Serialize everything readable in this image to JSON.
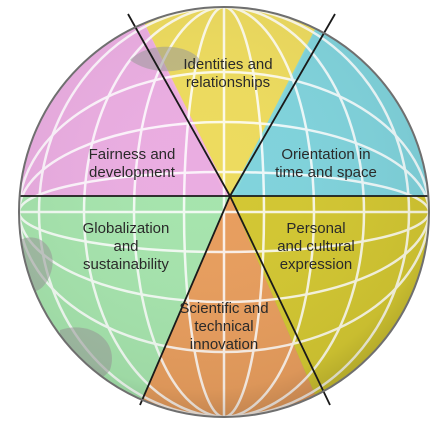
{
  "diagram": {
    "center_label": "",
    "segments": [
      {
        "id": "identities",
        "lines": [
          "Identities and",
          "relationships"
        ],
        "color": "#f5e25a"
      },
      {
        "id": "orientation",
        "lines": [
          "Orientation in",
          "time and space"
        ],
        "color": "#7fd9e3"
      },
      {
        "id": "personal",
        "lines": [
          "Personal",
          "and cultural",
          "expression"
        ],
        "color": "#d9cc2a"
      },
      {
        "id": "scientific",
        "lines": [
          "Scientific and",
          "technical",
          "innovation"
        ],
        "color": "#f0a05a"
      },
      {
        "id": "globalization",
        "lines": [
          "Globalization",
          "and",
          "sustainability"
        ],
        "color": "#a8ecb0"
      },
      {
        "id": "fairness",
        "lines": [
          "Fairness and",
          "development"
        ],
        "color": "#f2b0e8"
      }
    ],
    "background": {
      "globe_base": "#9a9a9a",
      "grid": "#ffffff"
    }
  }
}
